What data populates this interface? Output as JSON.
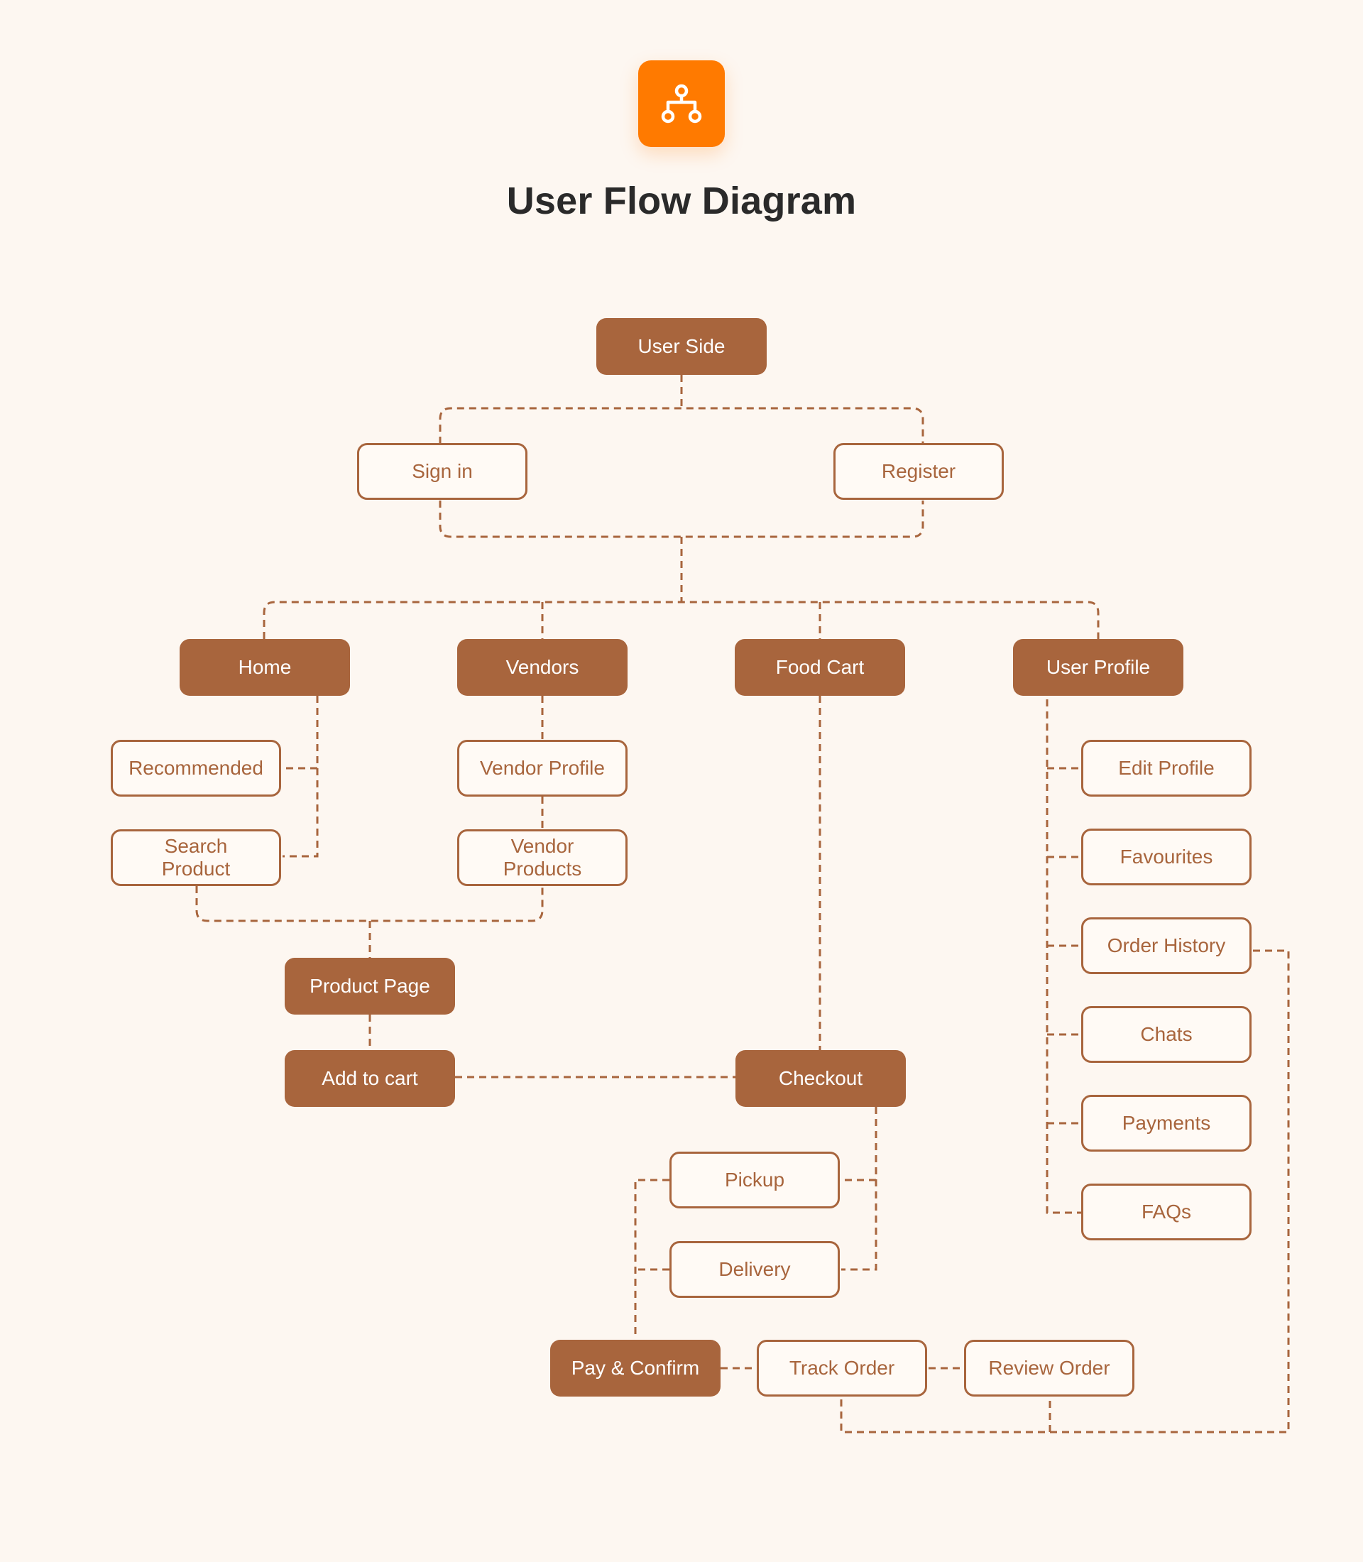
{
  "header": {
    "title": "User Flow Diagram",
    "logo_icon": "sitemap-icon"
  },
  "colors": {
    "accent": "#ff7a00",
    "node_fill": "#a8653d",
    "background": "#fdf7f1"
  },
  "nodes": {
    "user_side": "User Side",
    "sign_in": "Sign in",
    "register": "Register",
    "home": "Home",
    "vendors": "Vendors",
    "food_cart": "Food Cart",
    "user_profile": "User Profile",
    "recommended": "Recommended",
    "search_product": "Search\nProduct",
    "vendor_profile": "Vendor Profile",
    "vendor_products": "Vendor\nProducts",
    "product_page": "Product Page",
    "add_to_cart": "Add to cart",
    "checkout": "Checkout",
    "pickup": "Pickup",
    "delivery": "Delivery",
    "pay_confirm": "Pay & Confirm",
    "track_order": "Track Order",
    "review_order": "Review Order",
    "edit_profile": "Edit Profile",
    "favourites": "Favourites",
    "order_history": "Order History",
    "chats": "Chats",
    "payments": "Payments",
    "faqs": "FAQs"
  }
}
